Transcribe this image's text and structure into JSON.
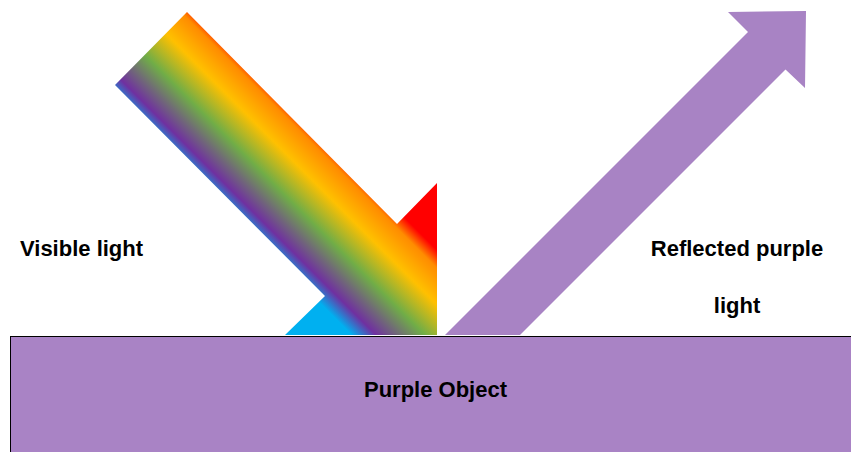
{
  "diagram": {
    "nodes": [
      {
        "text": [
          "Purple Object"
        ]
      }
    ],
    "labels": [
      "Visible light",
      "Reflected purple light"
    ]
  }
}
